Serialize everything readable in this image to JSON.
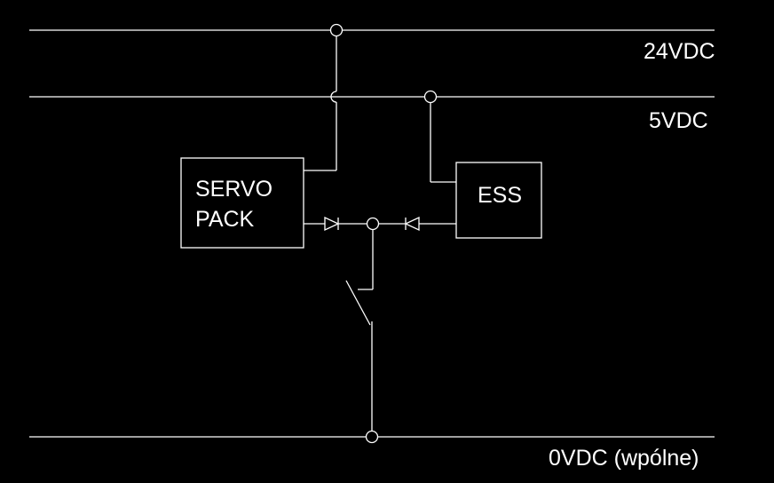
{
  "diagram": {
    "rails": {
      "v24": "24VDC",
      "v5": "5VDC",
      "v0": "0VDC (wpólne)"
    },
    "blocks": {
      "servo_line1": "SERVO",
      "servo_line2": "PACK",
      "ess": "ESS"
    }
  },
  "colors": {
    "background": "#000000",
    "stroke": "#ffffff"
  }
}
